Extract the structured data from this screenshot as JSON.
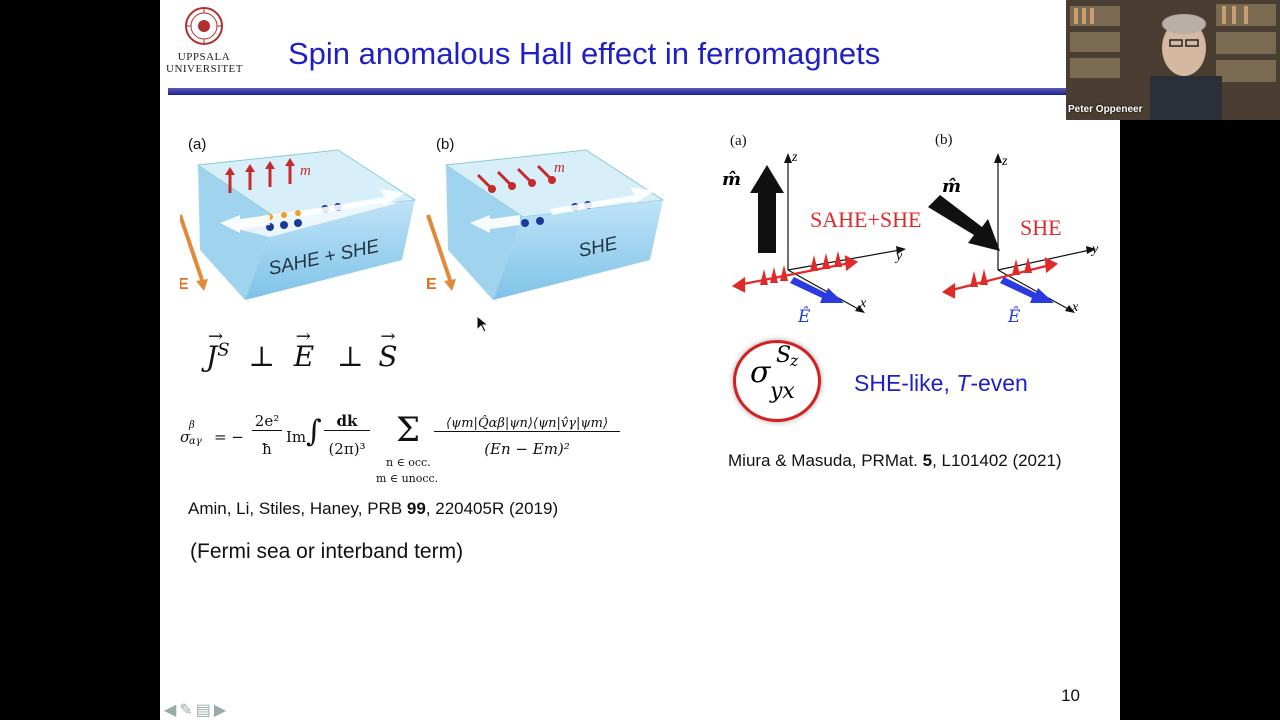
{
  "logo": {
    "line1": "UPPSALA",
    "line2": "UNIVERSITET"
  },
  "slide": {
    "title": "Spin anomalous Hall effect in ferromagnets",
    "page_number": "10"
  },
  "left_figure": {
    "label_a": "(a)",
    "label_b": "(b)",
    "box_a_text": "SAHE + SHE",
    "box_b_text": "SHE",
    "m_label": "m",
    "e_label": "E"
  },
  "relation": {
    "j": "J",
    "j_sup": "S",
    "perp": "⊥",
    "e": "E",
    "s": "S"
  },
  "formula": {
    "lhs": "σ",
    "lhs_sup": "β",
    "lhs_sub": "αγ",
    "equals": "= −",
    "pref_num": "2e²",
    "pref_den": "ħ",
    "im": "Im",
    "integral": "∫",
    "int_num": "dk",
    "int_den": "(2π)³",
    "sum": "Σ",
    "sum_sub1": "n ∈ occ.",
    "sum_sub2": "m ∈ unocc.",
    "frac_num": "⟨ψm|Q̂αβ|ψn⟩⟨ψn|v̂γ|ψm⟩",
    "frac_den": "(En − Em)²"
  },
  "citation_left": {
    "authors": "Amin, Li, Stiles, Haney, PRB ",
    "volume": "99",
    "rest": ", 220405R (2019)"
  },
  "fermi_note": "(Fermi sea or interband term)",
  "right_figure": {
    "label_a": "(a)",
    "label_b": "(b)",
    "m_hat": "m̂",
    "sahe_she": "SAHE+SHE",
    "she": "SHE",
    "axis_z": "z",
    "axis_y": "y",
    "axis_x": "x",
    "e_hat": "Ê"
  },
  "sigma": {
    "base": "σ",
    "sub": "yx",
    "sup": "S",
    "sup_sub": "z"
  },
  "she_like": {
    "prefix": "SHE-like, ",
    "t": "T",
    "suffix": "-even"
  },
  "citation_right": {
    "authors": "Miura & Masuda, PRMat. ",
    "volume": "5",
    "rest": ", L101402 (2021)"
  },
  "webcam": {
    "name": "Peter Oppeneer"
  },
  "colors": {
    "title": "#1f1fc8",
    "accent_blue": "#1f1fc8",
    "red": "#d42020"
  }
}
